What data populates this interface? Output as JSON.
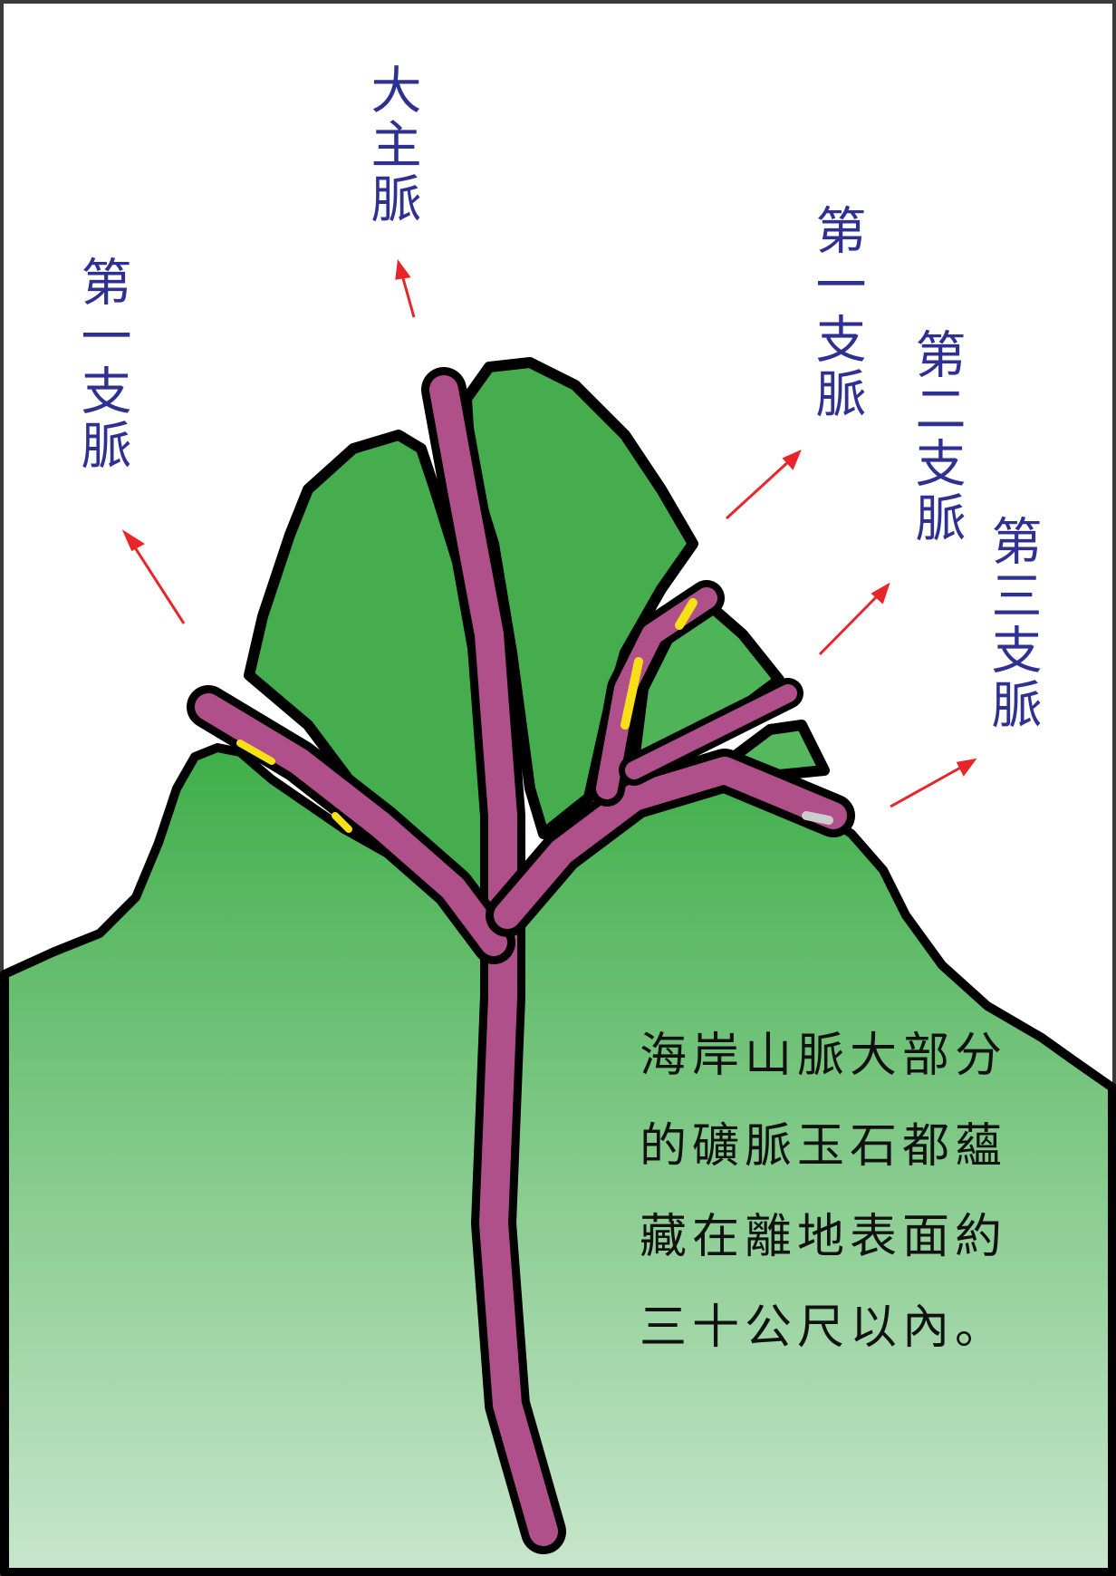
{
  "labels": {
    "main_vein": "大主脈",
    "first_branch_left": "第一支脈",
    "first_branch_right": "第一支脈",
    "second_branch": "第二支脈",
    "third_branch": "第三支脈"
  },
  "caption": {
    "lines": [
      "海岸山脈大部分",
      "的礦脈玉石都蘊",
      "藏在離地表面約",
      "三十公尺以內。"
    ]
  },
  "colors": {
    "label_text": "#2e3192",
    "arrow": "#e8262a",
    "vein": "#b0508a",
    "green_top": "#3fae49",
    "green_bottom": "#c8e6cc",
    "ore_highlight": "#f7e017"
  }
}
